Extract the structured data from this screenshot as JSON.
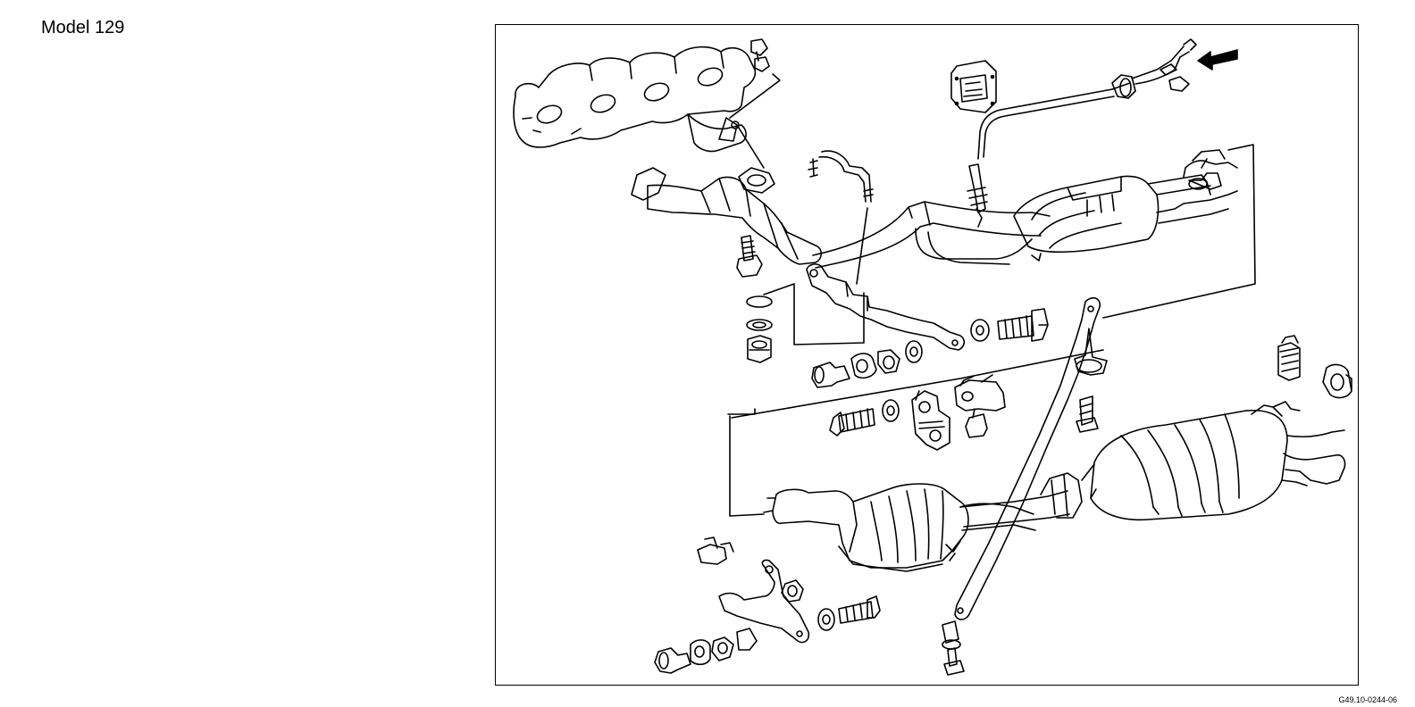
{
  "page": {
    "model_label": "Model 129",
    "figure_code": "G49.10-0244-06"
  },
  "diagram": {
    "subject": "exhaust system exploded view",
    "components": [
      "exhaust-manifold",
      "manifold-gasket",
      "downpipe",
      "front-pipe-flange",
      "oxygen-sensor",
      "sensor-connector",
      "catalytic-converter",
      "heat-shield-bracket",
      "front-muffler",
      "rear-muffler",
      "tail-pipes",
      "support-strut",
      "rubber-mount",
      "mounting-bracket",
      "bolts-and-nuts"
    ]
  }
}
